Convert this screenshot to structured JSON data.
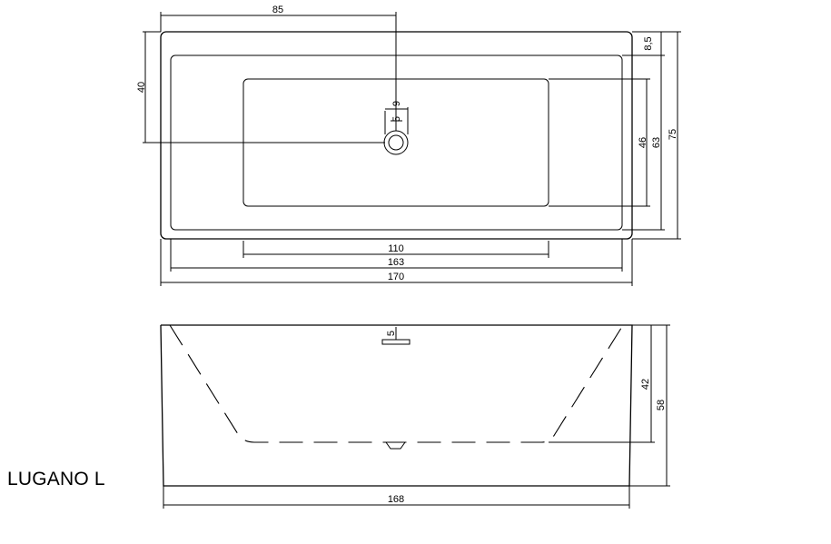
{
  "model_name": "LUGANO L",
  "top_view": {
    "dimensions": {
      "drain_offset": "85",
      "drain_offset_depth": "40",
      "rim": "8,5",
      "drain_dia_a": "9",
      "drain_dia_b": "5",
      "inner_width": "46",
      "mid_width": "63",
      "outer_width": "75",
      "inner_length": "110",
      "mid_length": "163",
      "outer_length": "170"
    }
  },
  "side_view": {
    "dimensions": {
      "overflow": "5",
      "inner_depth": "42",
      "total_height": "58",
      "base_length": "168"
    }
  }
}
